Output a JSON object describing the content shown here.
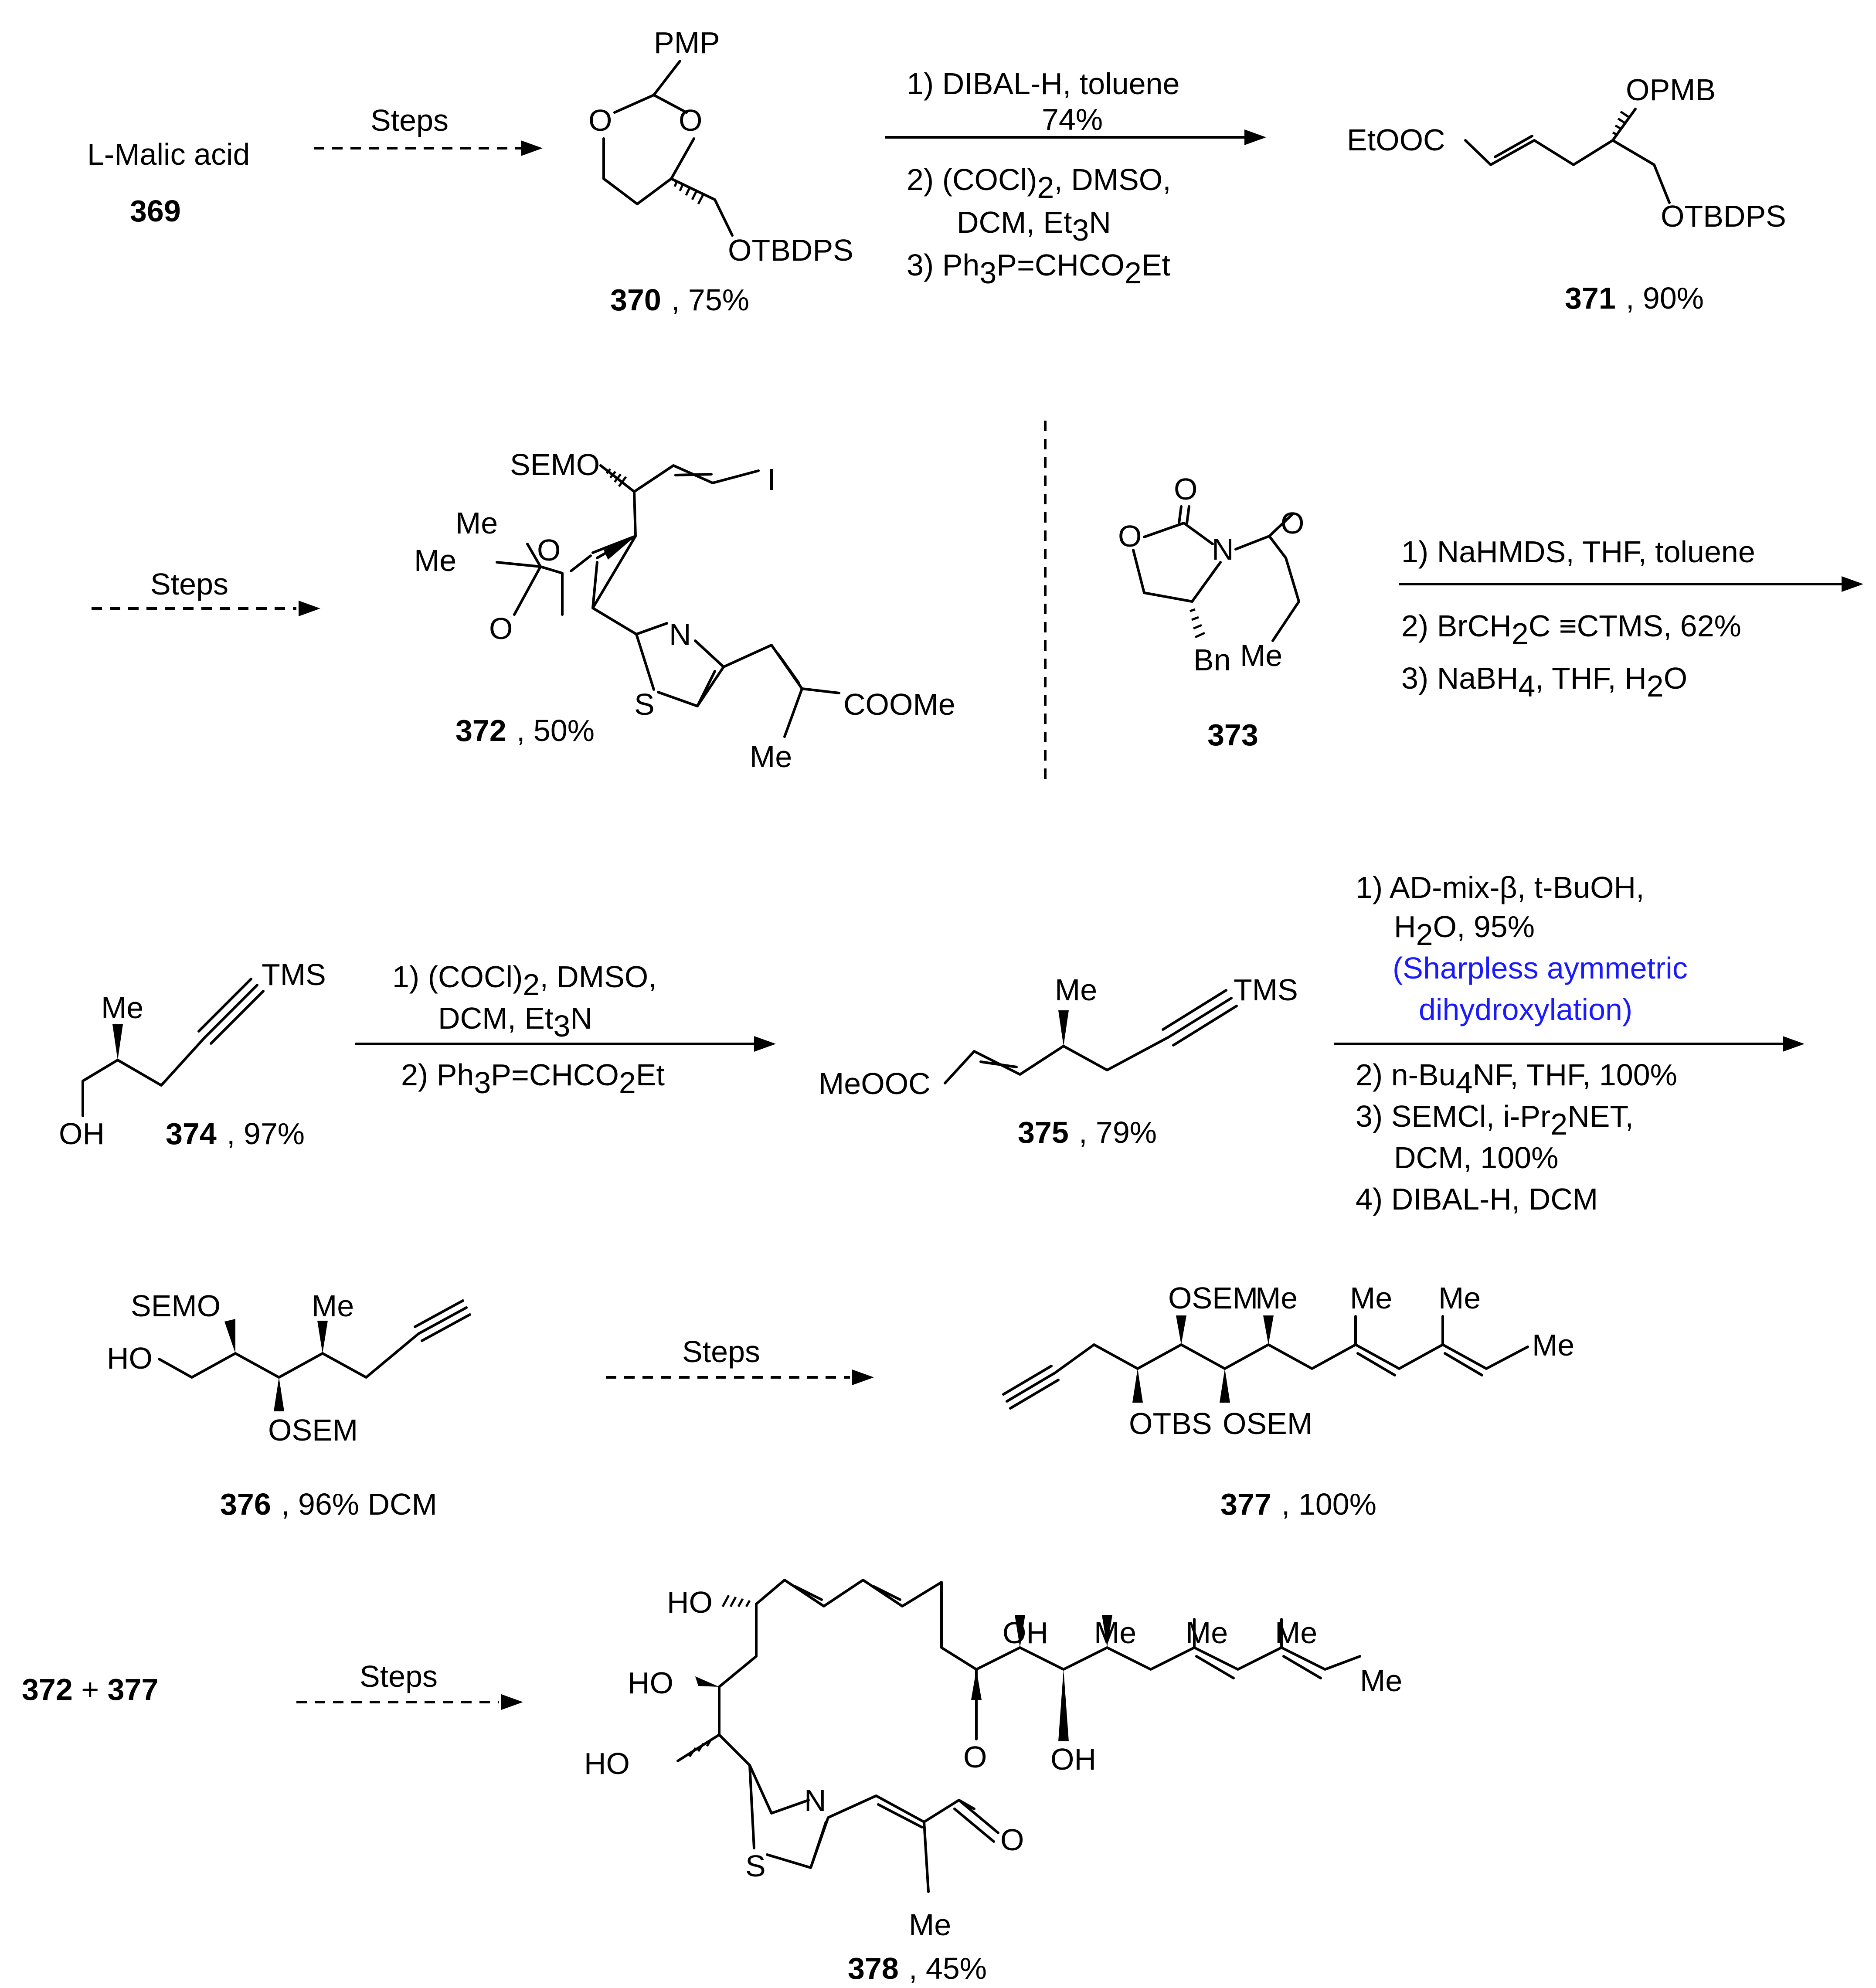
{
  "title": "",
  "compounds": {
    "c369": {
      "name": "L-Malic acid",
      "number": "369"
    },
    "c370": {
      "number": "370",
      "yield": ", 75%",
      "pmp": "PMP",
      "o1": "O",
      "o2": "O",
      "otbdps": "OTBDPS"
    },
    "c371": {
      "number": "371",
      "yield": ", 90%",
      "ester": "EtOOC",
      "opmb": "OPMB",
      "otbdps": "OTBDPS"
    },
    "c372": {
      "number": "372",
      "yield": ", 50%",
      "semo": "SEMO",
      "iodo": "I",
      "me1": "Me",
      "me2": "Me",
      "o1": "O",
      "o2": "O",
      "n": "N",
      "s": "S",
      "coome": "COOMe",
      "me3": "Me"
    },
    "c373": {
      "number": "373",
      "o_carbonyl": "O",
      "o_ring": "O",
      "n": "N",
      "o_acyl": "O",
      "bn": "Bn",
      "me": "Me"
    },
    "c374": {
      "number": "374",
      "yield": ", 97%",
      "tms": "TMS",
      "me": "Me",
      "oh": "OH"
    },
    "c375": {
      "number": "375",
      "yield": ", 79%",
      "ester": "MeOOC",
      "me": "Me",
      "tms": "TMS"
    },
    "c376": {
      "number": "376",
      "yield": ", 96% DCM",
      "semo": "SEMO",
      "ho": "HO",
      "me": "Me",
      "osem": "OSEM"
    },
    "c377": {
      "number": "377",
      "yield": ", 100%",
      "osem1": "OSEM",
      "me1": "Me",
      "me2": "Me",
      "me3": "Me",
      "me4": "Me",
      "otbs": "OTBS",
      "osem2": "OSEM"
    },
    "c378": {
      "number": "378",
      "yield": ", 45%",
      "ho1": "HO",
      "ho2": "HO",
      "ho3": "HO",
      "oh1": "OH",
      "oh2": "OH",
      "me1": "Me",
      "me2": "Me",
      "me3": "Me",
      "me4": "Me",
      "me5": "Me",
      "n": "N",
      "s": "S",
      "o_ring": "O",
      "o_carbonyl": "O"
    },
    "combo": {
      "a": "372",
      "plus": " + ",
      "b": "377"
    }
  },
  "arrows": {
    "a1": {
      "label": "Steps"
    },
    "a2": {
      "above1": "1) DIBAL-H, toluene",
      "above2": "74%",
      "below1": "2) (COCl)",
      "below1_sub": "2",
      "below1_end": ", DMSO,",
      "below2": "DCM, Et",
      "below2_sub": "3",
      "below2_end": "N",
      "below3": "3) Ph",
      "below3_sub": "3",
      "below3_mid": "P=CHCO",
      "below3_sub2": "2",
      "below3_end": "Et"
    },
    "a3": {
      "label": "Steps"
    },
    "a4": {
      "above": "1) NaHMDS, THF, toluene",
      "below1": "2) BrCH",
      "below1_sub": "2",
      "below1_mid": "C ",
      "below1_triple": "≡",
      "below1_end": "CTMS, 62%",
      "below2": "3) NaBH",
      "below2_sub": "4",
      "below2_mid": ", THF, H",
      "below2_sub2": "2",
      "below2_end": "O"
    },
    "a5": {
      "above1": "1) (COCl)",
      "above1_sub": "2",
      "above1_end": ", DMSO,",
      "above2": "DCM, Et",
      "above2_sub": "3",
      "above2_end": "N",
      "below1": "2) Ph",
      "below1_sub": "3",
      "below1_mid": "P=CHCO",
      "below1_sub2": "2",
      "below1_end": "Et"
    },
    "a6": {
      "above1": "1) AD-mix-β, t-BuOH,",
      "above2": "H",
      "above2_sub": "2",
      "above2_end": "O, 95%",
      "above3": "(Sharpless aymmetric",
      "above4": "dihydroxylation)",
      "below1": "2) n-Bu",
      "below1_sub": "4",
      "below1_end": "NF, THF, 100%",
      "below2": "3) SEMCl, i-Pr",
      "below2_sub": "2",
      "below2_end": "NET,",
      "below3": "DCM, 100%",
      "below4": "4) DIBAL-H, DCM"
    },
    "a7": {
      "label": "Steps"
    },
    "a8": {
      "label": "Steps"
    }
  },
  "colors": {
    "text": "#000000",
    "highlight": "#1a1aff",
    "background": "#ffffff"
  }
}
